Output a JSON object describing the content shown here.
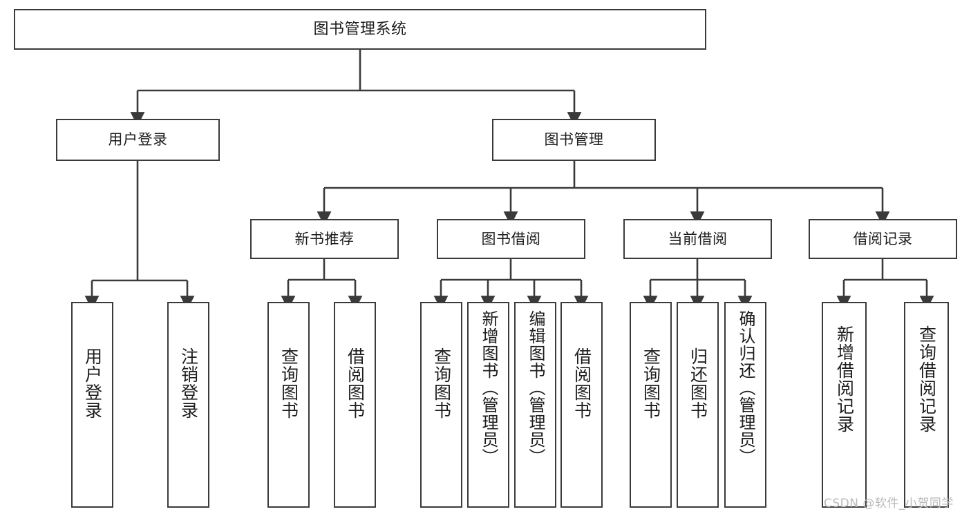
{
  "diagram": {
    "title": "图书管理系统",
    "type": "功能结构图",
    "stroke_color": "#3a3a3a",
    "background_color": "#ffffff",
    "text_color": "#1d1d1d"
  },
  "root": {
    "label": "图书管理系统"
  },
  "level2": [
    {
      "label": "用户登录"
    },
    {
      "label": "图书管理"
    }
  ],
  "level3": [
    {
      "label": "新书推荐"
    },
    {
      "label": "图书借阅"
    },
    {
      "label": "当前借阅"
    },
    {
      "label": "借阅记录"
    }
  ],
  "leaves": {
    "user_login": [
      {
        "label": "用户登录"
      },
      {
        "label": "注销登录"
      }
    ],
    "new_book": [
      {
        "label": "查询图书"
      },
      {
        "label": "借阅图书"
      }
    ],
    "book_borrow": [
      {
        "label": "查询图书"
      },
      {
        "label": "新增图书（管理员）"
      },
      {
        "label": "编辑图书（管理员）"
      },
      {
        "label": "借阅图书"
      }
    ],
    "current_borrow": [
      {
        "label": "查询图书"
      },
      {
        "label": "归还图书"
      },
      {
        "label": "确认归还（管理员）"
      }
    ],
    "borrow_records": [
      {
        "label": "新增借阅记录"
      },
      {
        "label": "查询借阅记录"
      }
    ]
  },
  "watermark": {
    "text": "CSDN @软件_小贺同学"
  }
}
